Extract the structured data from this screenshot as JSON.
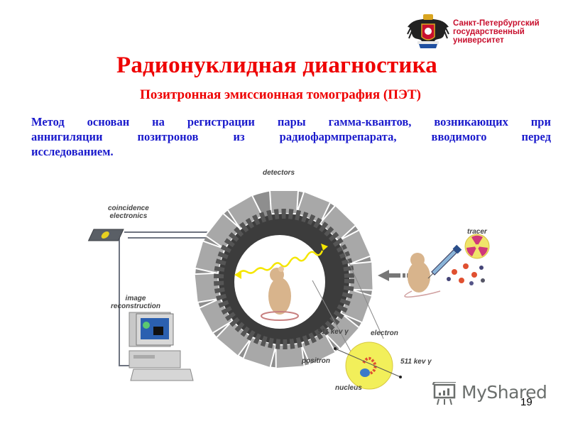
{
  "header": {
    "university_name_lines": [
      "Санкт-Петербургский",
      "государственный",
      "университет"
    ],
    "logo_icon": "double-headed-eagle-emblem"
  },
  "slide": {
    "title": "Радионуклидная диагностика",
    "subtitle": "Позитронная эмиссионная томография (ПЭТ)",
    "body_lines": [
      "Метод основан на регистрации пары гамма-квантов, возникающих при",
      "аннигиляции позитронов из радиофармпрепарата, вводимого перед",
      "исследованием."
    ],
    "number": "19"
  },
  "diagram": {
    "labels": {
      "detectors": "detectors",
      "coincidence": [
        "coincidence",
        "electronics"
      ],
      "image_reconstruction": [
        "image",
        "reconstruction"
      ],
      "tracer": "tracer",
      "kev_left": "511 kev γ",
      "kev_right": "511 kev γ",
      "electron": "electron",
      "positron": "positron",
      "nucleus": "nucleus"
    },
    "colors": {
      "detector_outer": "#8e8e8e",
      "detector_inner": "#3c3c3c",
      "gamma_ray": "#f5e600",
      "atom": "#f2ef5a",
      "wire": "#6e7480",
      "radiation_magenta": "#d0387a"
    }
  },
  "watermark": {
    "text": "MyShared",
    "icon": "presentation-board-icon",
    "color": "#6b6f6d"
  }
}
